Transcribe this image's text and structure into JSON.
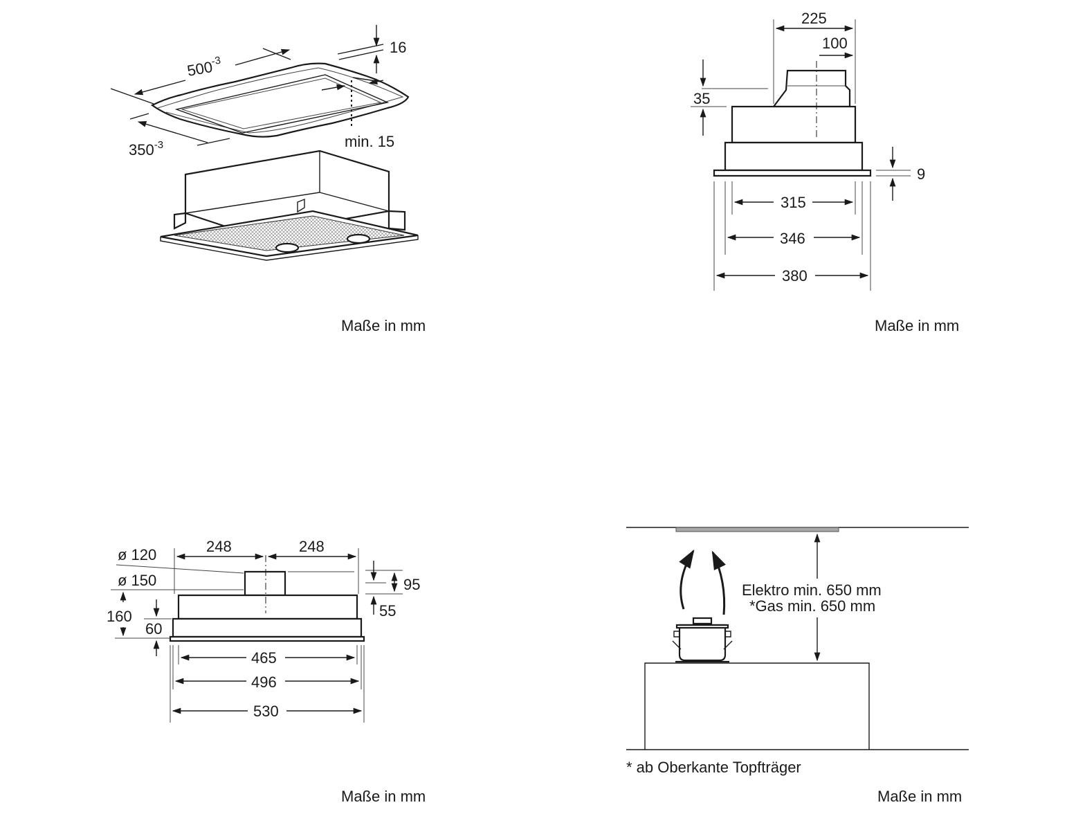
{
  "diagrams": {
    "perspective": {
      "width_label": "500",
      "width_tolerance": "-3",
      "depth_label": "350",
      "depth_tolerance": "-3",
      "thickness_label": "16",
      "min_label": "min. 15",
      "caption": "Maße in mm"
    },
    "side_view": {
      "top_width": "225",
      "pipe_offset": "100",
      "top_height": "35",
      "rim_height": "9",
      "inner_width": "315",
      "body_width": "346",
      "outer_width": "380",
      "caption": "Maße in mm"
    },
    "front_view": {
      "diameter_inner": "ø 120",
      "diameter_outer": "ø 150",
      "left_half": "248",
      "right_half": "248",
      "total_height": "160",
      "lower_height": "60",
      "pipe_height": "95",
      "pipe_lower": "55",
      "inner_width": "465",
      "body_width": "496",
      "outer_width": "530",
      "caption": "Maße in mm"
    },
    "installation": {
      "electric_label": "Elektro min. 650 mm",
      "gas_label": "*Gas min. 650 mm",
      "footnote": "* ab Oberkante Topfträger",
      "caption": "Maße in mm"
    }
  },
  "colors": {
    "line": "#1a1a1a",
    "hood_panel": "#a8a8a8"
  }
}
